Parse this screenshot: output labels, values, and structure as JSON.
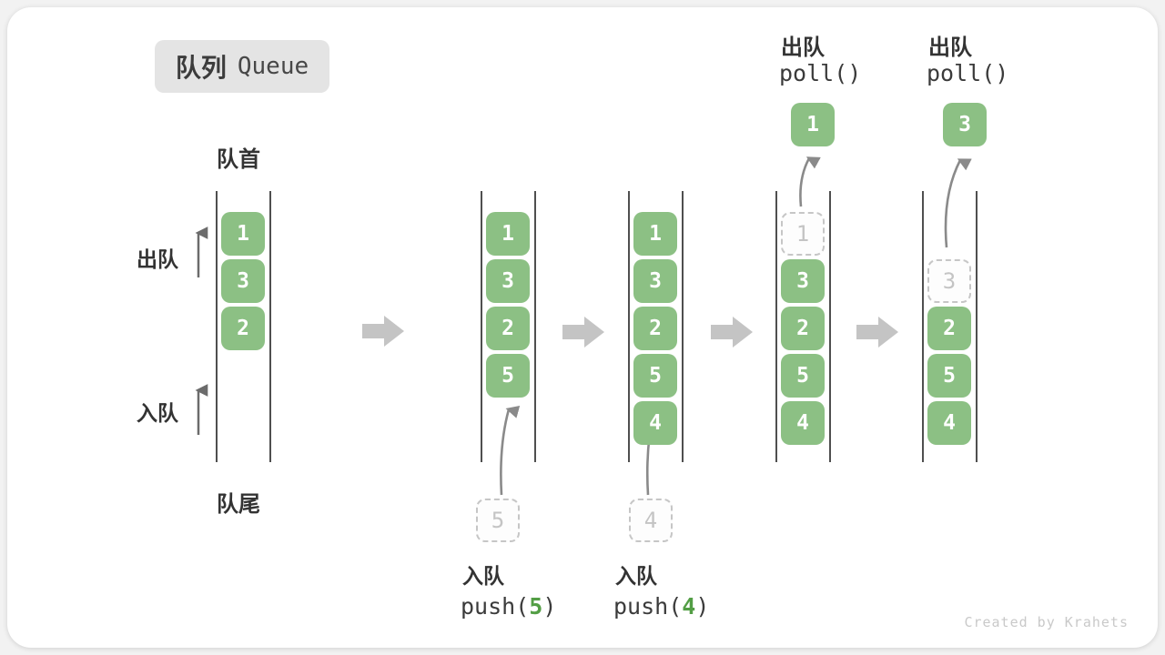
{
  "title": {
    "badge_zh": "队列",
    "badge_en": "Queue"
  },
  "side_labels": {
    "front": "队首",
    "rear": "队尾",
    "dequeue": "出队",
    "enqueue": "入队"
  },
  "operations": {
    "push5": {
      "label": "入队",
      "fn": "push(",
      "arg": "5",
      "close": ")"
    },
    "push4": {
      "label": "入队",
      "fn": "push(",
      "arg": "4",
      "close": ")"
    },
    "poll1": {
      "label": "出队",
      "code": "poll()"
    },
    "poll2": {
      "label": "出队",
      "code": "poll()"
    }
  },
  "states": [
    {
      "name": "initial",
      "cells": [
        "1",
        "3",
        "2"
      ]
    },
    {
      "name": "after-push-5",
      "cells": [
        "1",
        "3",
        "2",
        "5"
      ],
      "incoming": "5"
    },
    {
      "name": "after-push-4",
      "cells": [
        "1",
        "3",
        "2",
        "5",
        "4"
      ],
      "incoming": "4"
    },
    {
      "name": "after-poll-1",
      "removed": "1",
      "cells": [
        "3",
        "2",
        "5",
        "4"
      ],
      "result": "1"
    },
    {
      "name": "after-poll-3",
      "removed": "3",
      "cells": [
        "2",
        "5",
        "4"
      ],
      "result": "3"
    }
  ],
  "watermark": "Created by Krahets",
  "colors": {
    "box_green": "#8cc084",
    "accent_green": "#539e45",
    "dashed_gray": "#c6c6c6",
    "line_dark": "#4f4f4f",
    "thin_arrow": "#8a8a8a",
    "block_arrow": "#c4c4c4"
  }
}
